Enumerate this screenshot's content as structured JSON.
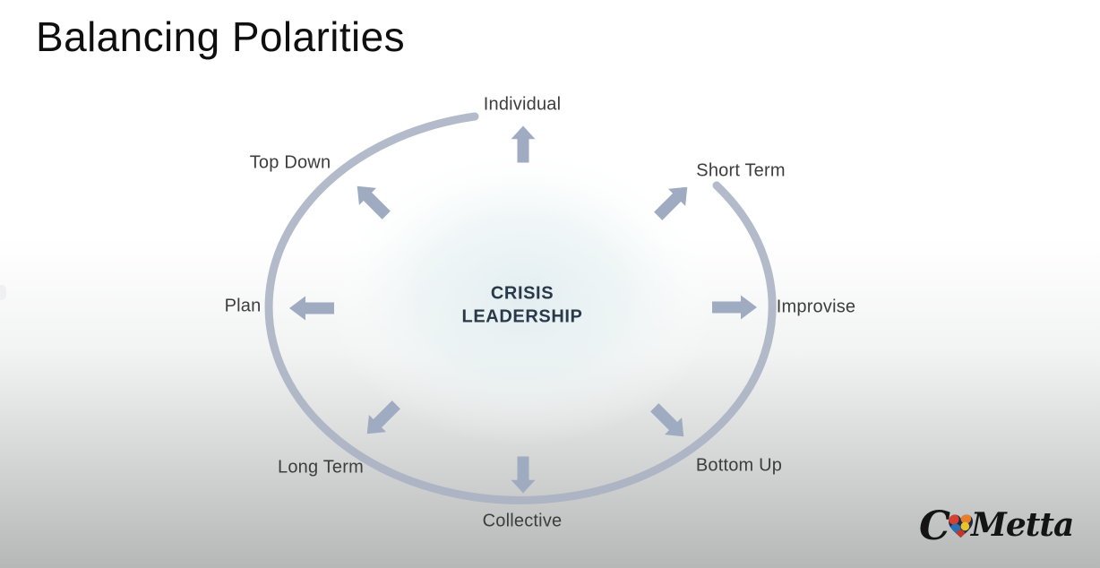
{
  "title": "Balancing Polarities",
  "diagram": {
    "center": {
      "line1": "CRISIS",
      "line2": "LEADERSHIP"
    },
    "polarities": [
      {
        "label": "Individual",
        "position": "top"
      },
      {
        "label": "Short Term",
        "position": "top-right"
      },
      {
        "label": "Improvise",
        "position": "right"
      },
      {
        "label": "Bottom Up",
        "position": "bottom-right"
      },
      {
        "label": "Collective",
        "position": "bottom"
      },
      {
        "label": "Long Term",
        "position": "bottom-left"
      },
      {
        "label": "Plan",
        "position": "left"
      },
      {
        "label": "Top Down",
        "position": "top-left"
      }
    ],
    "colors": {
      "ring": "#a8b1c2",
      "arrow": "#9fabc0",
      "inner_glow": "#e4eef1",
      "center_text": "#29394a",
      "label_text": "#3d3d3d"
    }
  },
  "logo": {
    "prefix": "C",
    "suffix": "Metta",
    "heart_colors": [
      "#1c2b4a",
      "#d6402f",
      "#e87f28",
      "#2b6fb5",
      "#e8c32a",
      "#c2372c"
    ]
  }
}
